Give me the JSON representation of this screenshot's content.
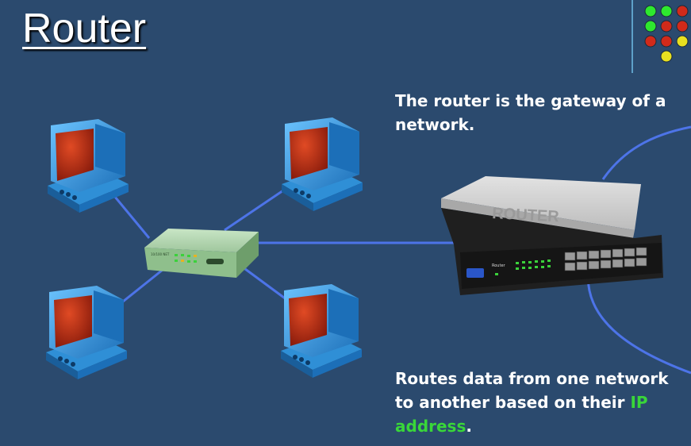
{
  "title": "Router",
  "caption_top": "The router is the gateway of a network.",
  "caption_bottom": {
    "before": "Routes data from one network to another based on their ",
    "highlight": "IP address",
    "after": "."
  },
  "router_label": "ROUTER",
  "router_brand": "Router",
  "switch_label": "10/100 NET",
  "colors": {
    "background": "#2b4a6e",
    "cable": "#4d74e8",
    "highlight": "#39d639",
    "monitor_body": "#3a9fe0",
    "screen": "#c23418",
    "switch_body": "#a9cfa7",
    "router_body": "#d6d6d6"
  },
  "status_lights": [
    "green",
    "green",
    "red",
    "green",
    "red",
    "red",
    "red",
    "red",
    "yellow",
    "yellow"
  ]
}
